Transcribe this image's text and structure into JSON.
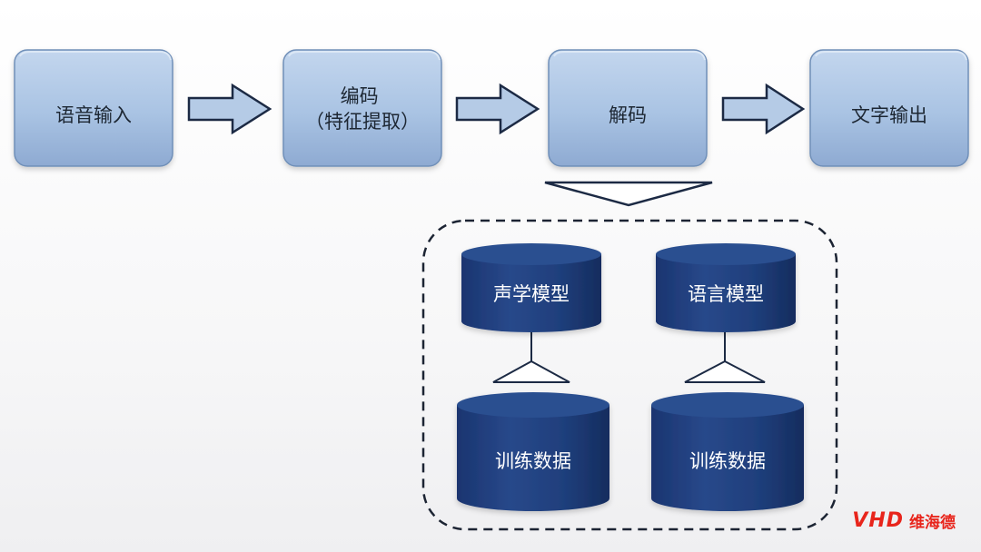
{
  "pipeline": {
    "steps": [
      {
        "lines": [
          "语音输入"
        ]
      },
      {
        "lines": [
          "编码",
          "（特征提取）"
        ]
      },
      {
        "lines": [
          "解码"
        ]
      },
      {
        "lines": [
          "文字输出"
        ]
      }
    ]
  },
  "decoder_group": {
    "models": [
      {
        "label": "声学模型",
        "data_label": "训练数据"
      },
      {
        "label": "语言模型",
        "data_label": "训练数据"
      }
    ]
  },
  "watermark": {
    "latin": "VHD",
    "chinese": "维海德"
  },
  "colors": {
    "box_fill": "#a9c3e3",
    "box_edge": "#6f8fb8",
    "arrow_fill": "#b5cbe6",
    "arrow_stroke": "#1c2a44",
    "cylinder": "#1f3f7c",
    "cylinder_top": "#2c4f90",
    "dashed": "#1c2433",
    "watermark": "#e8251c"
  }
}
